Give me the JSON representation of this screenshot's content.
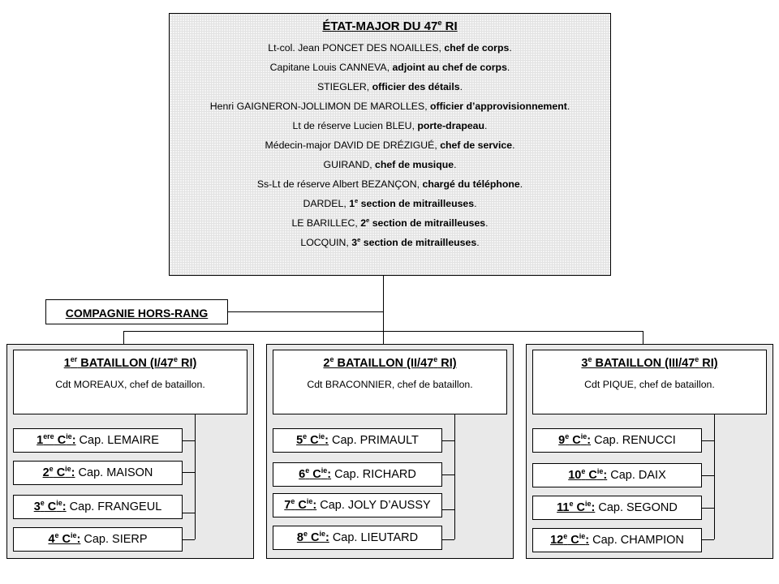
{
  "hq": {
    "title": "ÉTAT-MAJOR DU 47e RI",
    "staff": [
      {
        "name": "Lt-col. Jean PONCET DES NOAILLES, ",
        "role": "chef de corps"
      },
      {
        "name": "Capitane Louis CANNEVA, ",
        "role": "adjoint au chef de corps"
      },
      {
        "name": "STIEGLER, ",
        "role": "officier des détails"
      },
      {
        "name": "Henri GAIGNERON-JOLLIMON DE MAROLLES, ",
        "role": "officier d’approvisionnement"
      },
      {
        "name": "Lt de réserve Lucien BLEU, ",
        "role": "porte-drapeau"
      },
      {
        "name": "Médecin-major DAVID DE DRÉZIGUÉ, ",
        "role": "chef de service"
      },
      {
        "name": "GUIRAND, ",
        "role": "chef de musique"
      },
      {
        "name": "Ss-Lt de réserve Albert BEZANÇON, ",
        "role": "chargé du téléphone"
      },
      {
        "name": "DARDEL, ",
        "role": "1e section de mitrailleuses"
      },
      {
        "name": "LE BARILLEC, ",
        "role": "2e section de mitrailleuses"
      },
      {
        "name": "LOCQUIN, ",
        "role": "3e section de mitrailleuses"
      }
    ]
  },
  "hors_rang": "COMPAGNIE HORS-RANG",
  "battalions": [
    {
      "title": "1er BATAILLON (I/47e RI)",
      "commander": "Cdt MOREAUX, chef de bataillon.",
      "companies": [
        {
          "num": "1ere Cie:",
          "cap": " Cap. LEMAIRE"
        },
        {
          "num": "2e Cie:",
          "cap": " Cap. MAISON"
        },
        {
          "num": "3e Cie:",
          "cap": " Cap. FRANGEUL"
        },
        {
          "num": "4e Cie:",
          "cap": " Cap. SIERP"
        }
      ]
    },
    {
      "title": "2e BATAILLON (II/47e RI)",
      "commander": "Cdt BRACONNIER, chef de bataillon.",
      "companies": [
        {
          "num": "5e Cie:",
          "cap": " Cap. PRIMAULT"
        },
        {
          "num": "6e Cie:",
          "cap": " Cap. RICHARD"
        },
        {
          "num": "7e Cie:",
          "cap": " Cap. JOLY D’AUSSY"
        },
        {
          "num": "8e Cie:",
          "cap": " Cap. LIEUTARD"
        }
      ]
    },
    {
      "title": "3e BATAILLON (III/47e RI)",
      "commander": "Cdt PIQUE, chef de bataillon.",
      "companies": [
        {
          "num": "9e Cie:",
          "cap": " Cap. RENUCCI"
        },
        {
          "num": "10e Cie:",
          "cap": " Cap. DAIX"
        },
        {
          "num": "11e Cie:",
          "cap": " Cap. SEGOND"
        },
        {
          "num": "12e Cie:",
          "cap": " Cap. CHAMPION"
        }
      ]
    }
  ]
}
